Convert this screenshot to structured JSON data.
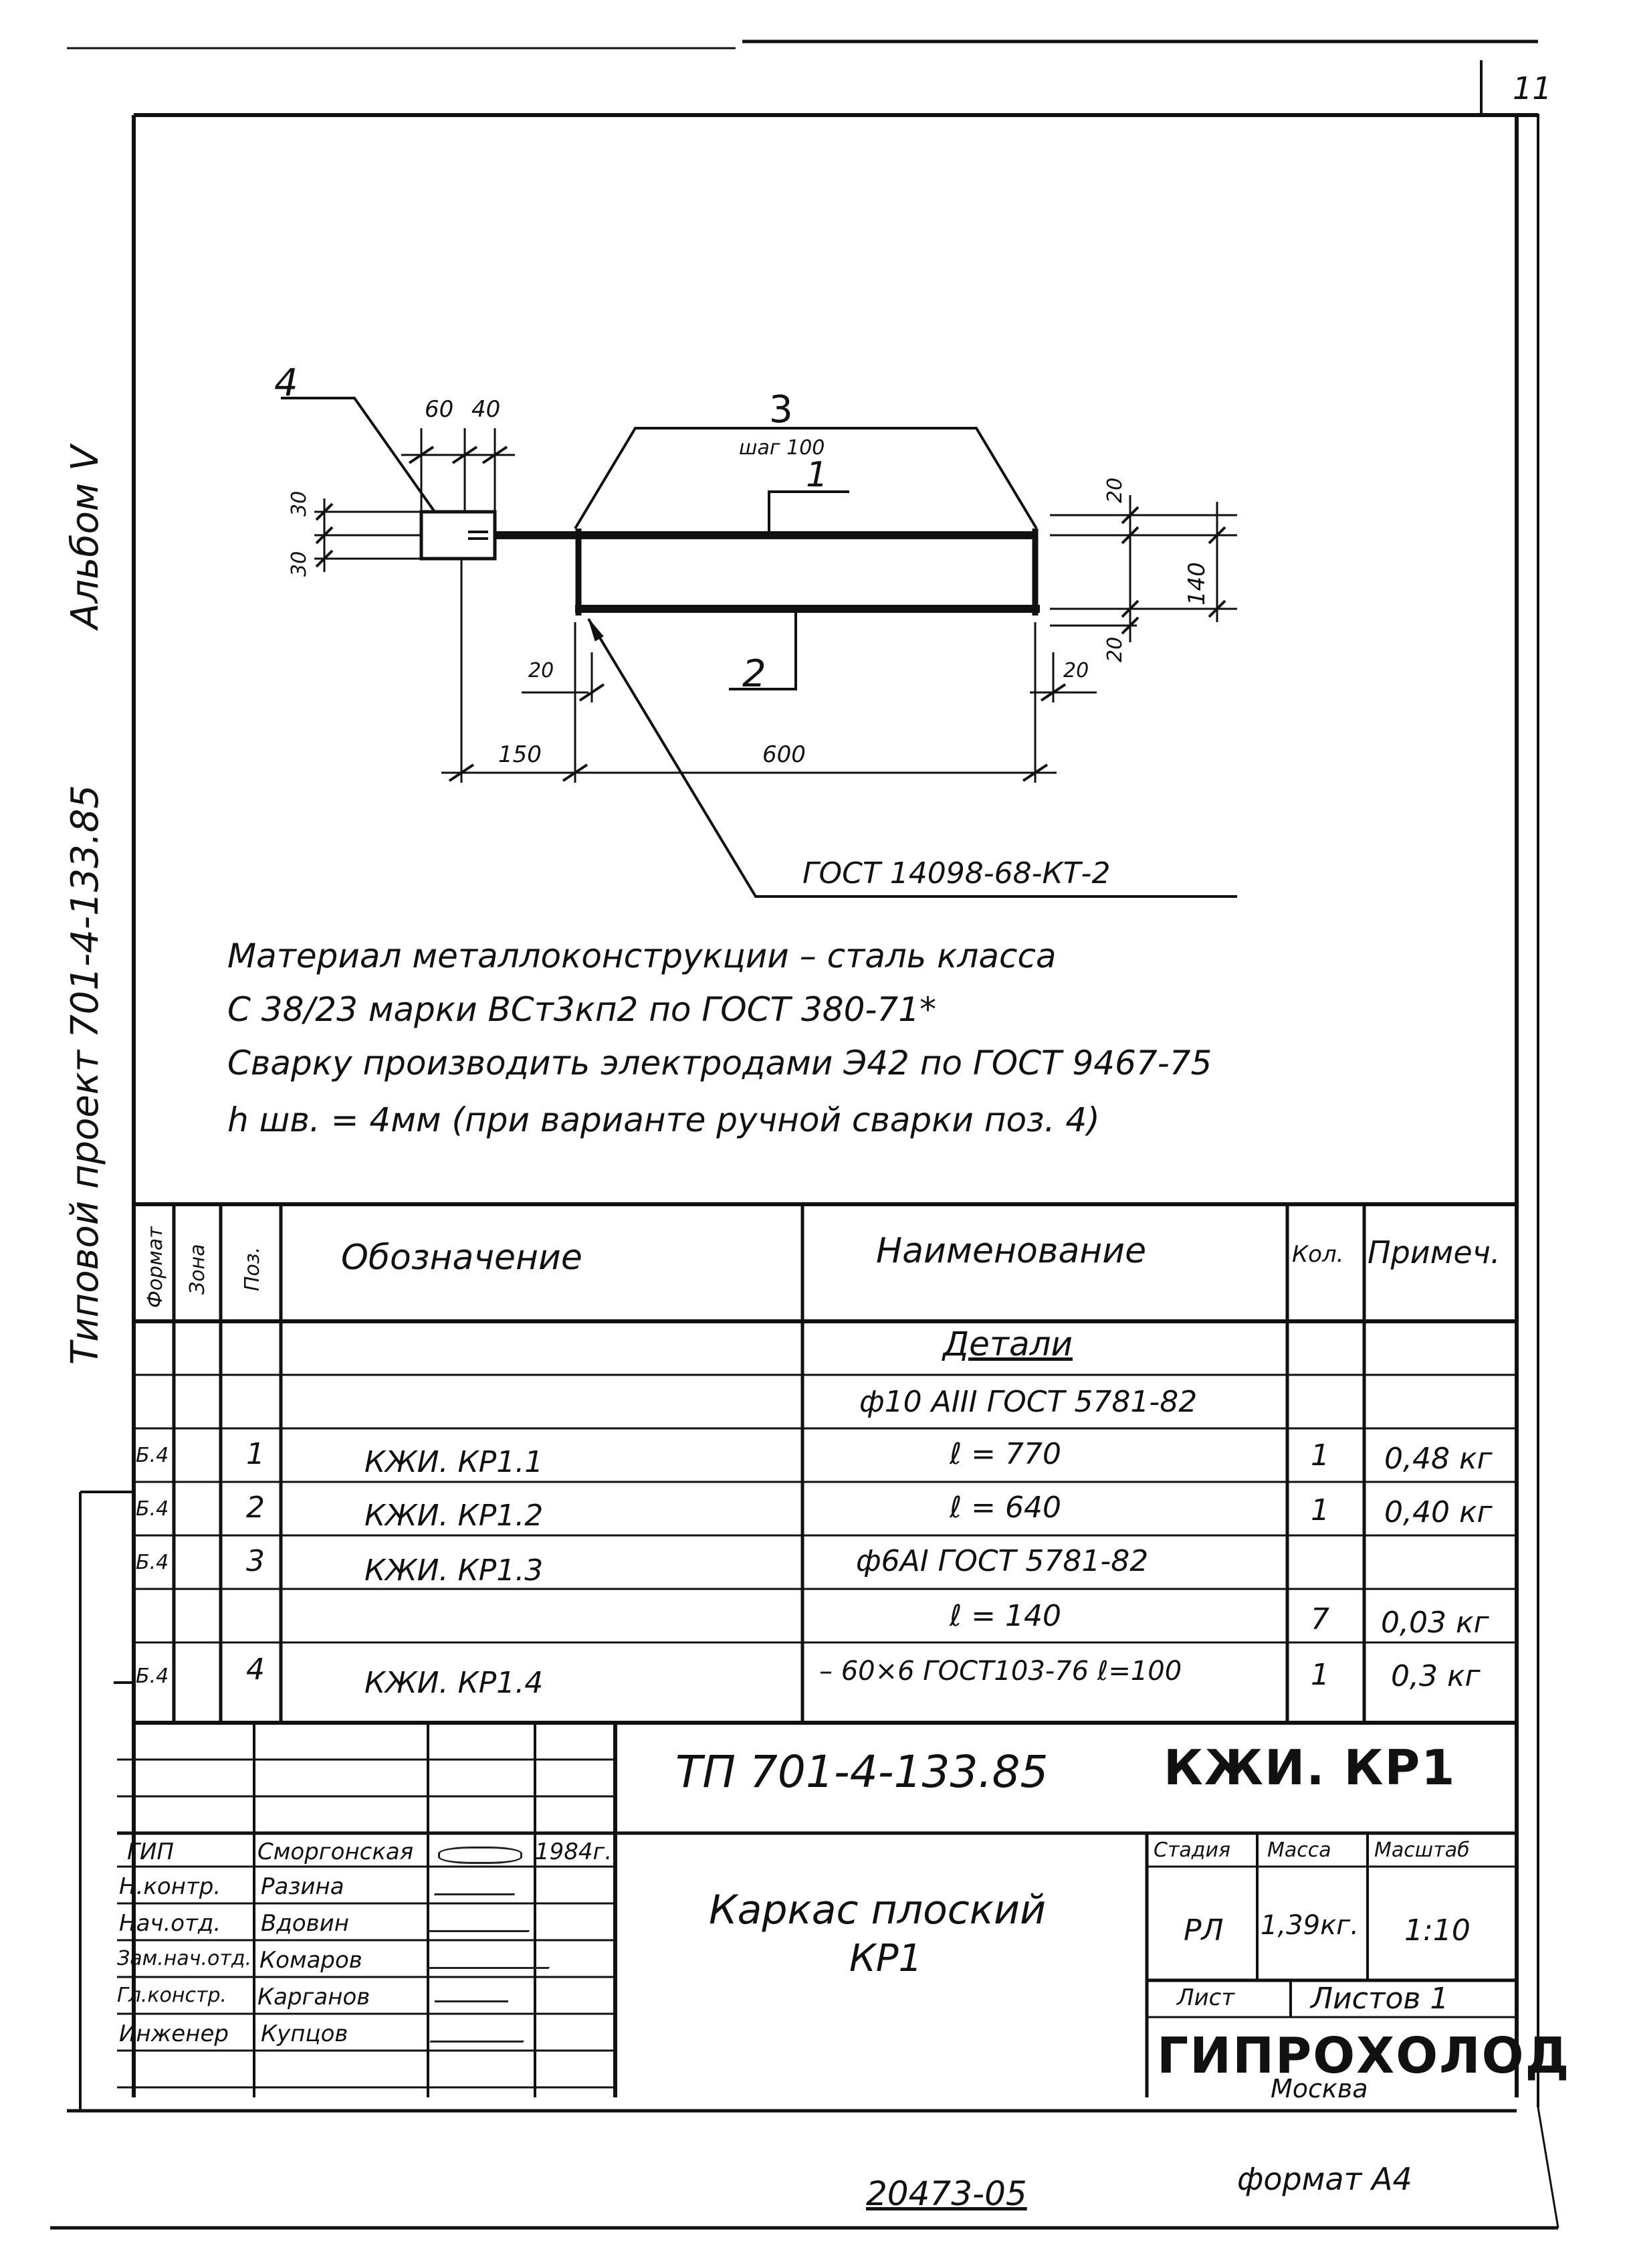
{
  "page_number": "11",
  "side_text": {
    "project": "Типовой проект 701-4-133.85",
    "album": "Альбом V"
  },
  "drawing": {
    "pos_labels": [
      "4",
      "3",
      "1",
      "2"
    ],
    "dims": {
      "d60": "60",
      "d40": "40",
      "d30a": "30",
      "d30b": "30",
      "shag": "шаг 100",
      "d20a": "20",
      "d140": "140",
      "d20b": "20",
      "d20c": "20",
      "d20d": "20",
      "d150": "150",
      "d600": "600"
    },
    "weld_note": "ГОСТ 14098-68-КТ-2"
  },
  "notes": [
    "Материал металлоконструкции – сталь класса",
    "С 38/23 марки ВСт3кп2 по ГОСТ 380-71*",
    "Сварку производить электродами Э42 по ГОСТ 9467-75",
    "h шв. = 4мм (при варианте ручной сварки поз. 4)"
  ],
  "spec": {
    "headers": {
      "format": "Формат",
      "zone": "Зона",
      "pos": "Поз.",
      "designation": "Обозначение",
      "name": "Наименование",
      "qty": "Кол.",
      "note": "Примеч."
    },
    "section": "Детали",
    "rows": [
      {
        "format": "",
        "pos": "",
        "designation": "",
        "name": "ф10 АIII ГОСТ 5781-82",
        "qty": "",
        "note": ""
      },
      {
        "format": "Б.4",
        "pos": "1",
        "designation": "КЖИ. КР1.1",
        "name": "ℓ = 770",
        "qty": "1",
        "note": "0,48 кг"
      },
      {
        "format": "Б.4",
        "pos": "2",
        "designation": "КЖИ. КР1.2",
        "name": "ℓ = 640",
        "qty": "1",
        "note": "0,40 кг"
      },
      {
        "format": "Б.4",
        "pos": "3",
        "designation": "КЖИ. КР1.3",
        "name": "ф6АI ГОСТ 5781-82",
        "qty": "",
        "note": ""
      },
      {
        "format": "",
        "pos": "",
        "designation": "",
        "name": "ℓ = 140",
        "qty": "7",
        "note": "0,03 кг"
      },
      {
        "format": "Б.4",
        "pos": "4",
        "designation": "КЖИ. КР1.4",
        "name": "– 60×6 ГОСТ103-76 ℓ=100",
        "qty": "1",
        "note": "0,3 кг"
      }
    ]
  },
  "title_block": {
    "doc_code": "ТП 701-4-133.85",
    "mark": "КЖИ. КР1",
    "title_line1": "Каркас плоский",
    "title_line2": "КР1",
    "stage_label": "Стадия",
    "mass_label": "Масса",
    "scale_label": "Масштаб",
    "stage": "РЛ",
    "mass": "1,39кг.",
    "scale": "1:10",
    "sheet_label": "Лист",
    "sheets_label": "Листов 1",
    "org": "ГИПРОХОЛОД",
    "city": "Москва",
    "year": "1984г.",
    "people": [
      {
        "role": "ГИП",
        "name": "Сморгонская"
      },
      {
        "role": "Н.контр.",
        "name": "Разина"
      },
      {
        "role": "Нач.отд.",
        "name": "Вдовин"
      },
      {
        "role": "Зам.нач.отд.",
        "name": "Комаров"
      },
      {
        "role": "Гл.констр.",
        "name": "Карганов"
      },
      {
        "role": "Инженер",
        "name": "Купцов"
      }
    ]
  },
  "footer": {
    "inv": "20473-05",
    "format": "формат А4"
  }
}
